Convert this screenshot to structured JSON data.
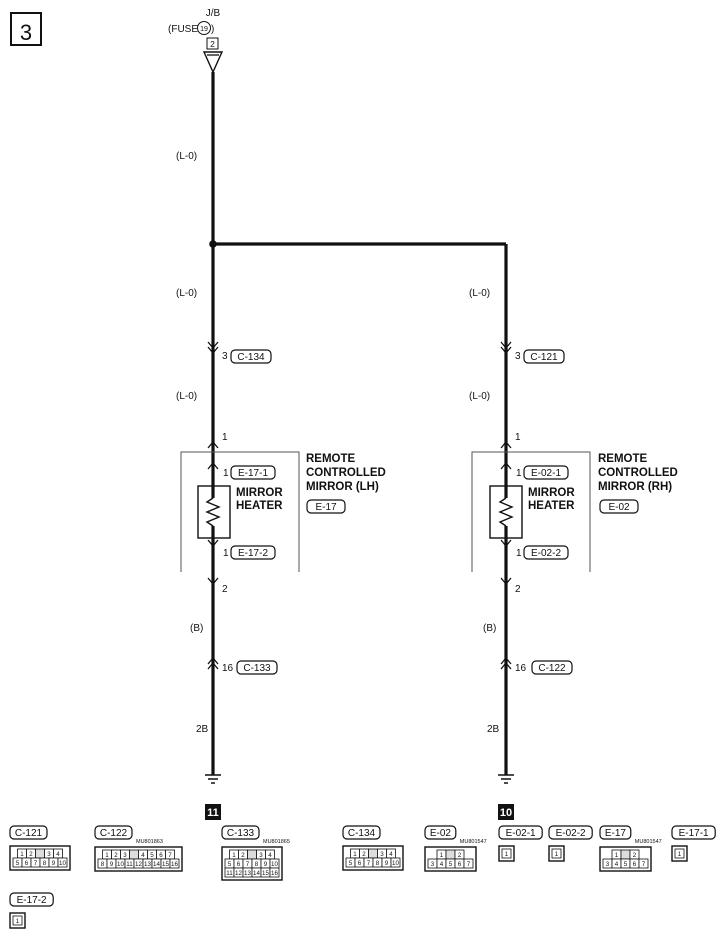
{
  "page_number": "3",
  "source": {
    "line1": "J/B",
    "line2": "(FUSE",
    "fuse": "19",
    "close": ")",
    "pin": "2"
  },
  "wire_color_main": "(L-0)",
  "left": {
    "wire_a": "(L-0)",
    "conn_pin": "3",
    "conn": "C-134",
    "wire_b": "(L-0)",
    "pin_top": "1",
    "heater_pin_top": "1",
    "heater_conn_top": "E-17-1",
    "heater_label_1": "MIRROR",
    "heater_label_2": "HEATER",
    "heater_pin_bot": "1",
    "heater_conn_bot": "E-17-2",
    "pin_bot": "2",
    "name_1": "REMOTE",
    "name_2": "CONTROLLED",
    "name_3": "MIRROR (LH)",
    "component_conn": "E-17",
    "wire_c": "(B)",
    "lower_pin": "16",
    "lower_conn": "C-133",
    "wire_d": "2B",
    "ground": "11"
  },
  "right": {
    "wire_a": "(L-0)",
    "conn_pin": "3",
    "conn": "C-121",
    "wire_b": "(L-0)",
    "pin_top": "1",
    "heater_pin_top": "1",
    "heater_conn_top": "E-02-1",
    "heater_label_1": "MIRROR",
    "heater_label_2": "HEATER",
    "heater_pin_bot": "1",
    "heater_conn_bot": "E-02-2",
    "pin_bot": "2",
    "name_1": "REMOTE",
    "name_2": "CONTROLLED",
    "name_3": "MIRROR (RH)",
    "component_conn": "E-02",
    "wire_c": "(B)",
    "lower_pin": "16",
    "lower_conn": "C-122",
    "wire_d": "2B",
    "ground": "10"
  },
  "connectors": [
    {
      "id": "C-121",
      "part": "",
      "rows": [
        [
          "1",
          "2",
          "",
          "3",
          "4"
        ],
        [
          "5",
          "6",
          "7",
          "8",
          "9",
          "10"
        ]
      ]
    },
    {
      "id": "C-122",
      "part": "MU801863",
      "rows": [
        [
          "1",
          "2",
          "3",
          "",
          "4",
          "5",
          "6",
          "7"
        ],
        [
          "8",
          "9",
          "10",
          "11",
          "12",
          "13",
          "14",
          "15",
          "16"
        ]
      ]
    },
    {
      "id": "C-133",
      "part": "MU801865",
      "rows": [
        [
          "1",
          "2",
          "",
          "3",
          "4"
        ],
        [
          "5",
          "6",
          "7",
          "8",
          "9",
          "10"
        ],
        [
          "11",
          "12",
          "13",
          "14",
          "15",
          "16"
        ]
      ]
    },
    {
      "id": "C-134",
      "part": "",
      "rows": [
        [
          "1",
          "2",
          "",
          "3",
          "4"
        ],
        [
          "5",
          "6",
          "7",
          "8",
          "9",
          "10"
        ]
      ]
    },
    {
      "id": "E-02",
      "part": "MU801547",
      "rows": [
        [
          "1",
          "",
          "2"
        ],
        [
          "3",
          "4",
          "5",
          "6",
          "7"
        ]
      ]
    },
    {
      "id": "E-02-1",
      "part": "",
      "rows": [
        [
          "1"
        ]
      ]
    },
    {
      "id": "E-02-2",
      "part": "",
      "rows": [
        [
          "1"
        ]
      ]
    },
    {
      "id": "E-17",
      "part": "MU801547",
      "rows": [
        [
          "1",
          "",
          "2"
        ],
        [
          "3",
          "4",
          "5",
          "6",
          "7"
        ]
      ]
    },
    {
      "id": "E-17-1",
      "part": "",
      "rows": [
        [
          "1"
        ]
      ]
    },
    {
      "id": "E-17-2",
      "part": "",
      "rows": [
        [
          "1"
        ]
      ]
    }
  ]
}
